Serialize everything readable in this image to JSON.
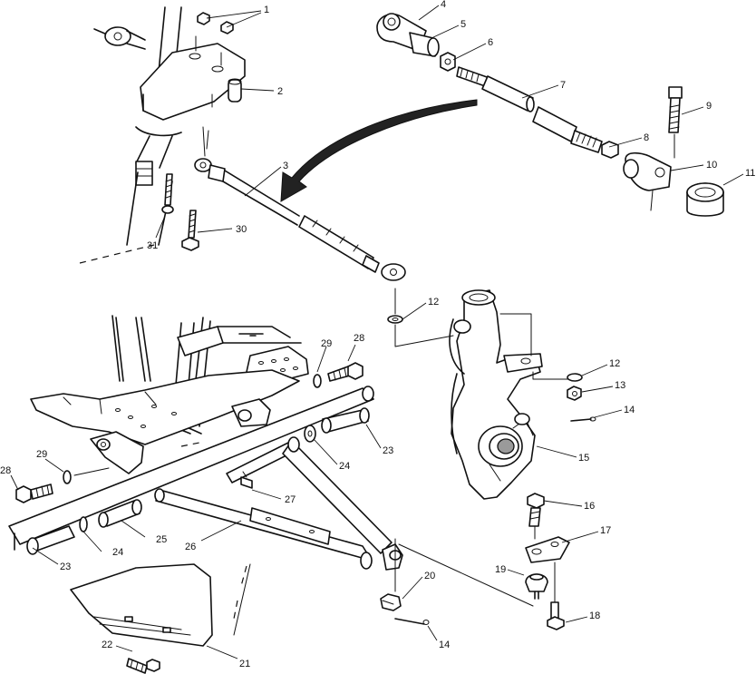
{
  "callouts": [
    {
      "id": "c1",
      "text": "1"
    },
    {
      "id": "c2",
      "text": "2"
    },
    {
      "id": "c3",
      "text": "3"
    },
    {
      "id": "c4",
      "text": "4"
    },
    {
      "id": "c5",
      "text": "5"
    },
    {
      "id": "c6",
      "text": "6"
    },
    {
      "id": "c7",
      "text": "7"
    },
    {
      "id": "c8",
      "text": "8"
    },
    {
      "id": "c9",
      "text": "9"
    },
    {
      "id": "c10",
      "text": "10"
    },
    {
      "id": "c11",
      "text": "11"
    },
    {
      "id": "c12a",
      "text": "12"
    },
    {
      "id": "c12b",
      "text": "12"
    },
    {
      "id": "c13",
      "text": "13"
    },
    {
      "id": "c14a",
      "text": "14"
    },
    {
      "id": "c14b",
      "text": "14"
    },
    {
      "id": "c15",
      "text": "15"
    },
    {
      "id": "c16",
      "text": "16"
    },
    {
      "id": "c17",
      "text": "17"
    },
    {
      "id": "c18",
      "text": "18"
    },
    {
      "id": "c19",
      "text": "19"
    },
    {
      "id": "c20",
      "text": "20"
    },
    {
      "id": "c21",
      "text": "21"
    },
    {
      "id": "c22",
      "text": "22"
    },
    {
      "id": "c23a",
      "text": "23"
    },
    {
      "id": "c23b",
      "text": "23"
    },
    {
      "id": "c24a",
      "text": "24"
    },
    {
      "id": "c24b",
      "text": "24"
    },
    {
      "id": "c25",
      "text": "25"
    },
    {
      "id": "c26",
      "text": "26"
    },
    {
      "id": "c27",
      "text": "27"
    },
    {
      "id": "c28a",
      "text": "28"
    },
    {
      "id": "c28b",
      "text": "28"
    },
    {
      "id": "c29a",
      "text": "29"
    },
    {
      "id": "c29b",
      "text": "29"
    },
    {
      "id": "c30",
      "text": "30"
    },
    {
      "id": "c31",
      "text": "31"
    }
  ]
}
